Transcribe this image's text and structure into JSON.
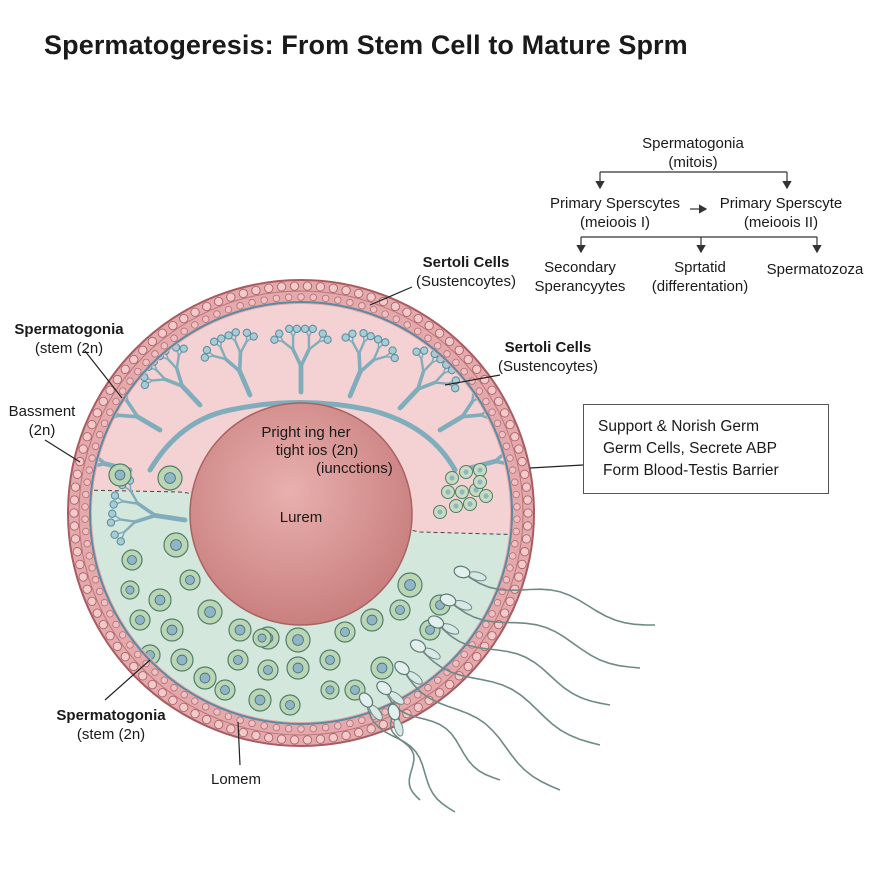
{
  "title": "Spermatogeresis: From Stem Cell to Mature Sprm",
  "flow": {
    "top": {
      "line1": "Spermatogonia",
      "line2": "(mitois)"
    },
    "mid_left": {
      "line1": "Primary Sperscytes",
      "line2": "(meioois I)"
    },
    "mid_right": {
      "line1": "Primary Sperscyte",
      "line2": "(meioois II)"
    },
    "bottom_1": {
      "line1": "Secondary",
      "line2": "Sperancyytes"
    },
    "bottom_2": {
      "line1": "Sprtatid",
      "line2": "(differentation)"
    },
    "bottom_3": {
      "line1": "Spermatozoza"
    }
  },
  "labels": {
    "sertoli_top": {
      "name": "Sertoli Cells",
      "sub": "(Sustencoytes)"
    },
    "sertoli_right": {
      "name": "Sertoli Cells",
      "sub": "(Sustencoytes)"
    },
    "spermatogonia_top": {
      "name": "Spermatogonia",
      "sub": "(stem (2n)"
    },
    "basement": {
      "line1": "Bassment",
      "line2": "(2n)"
    },
    "spermatogonia_bottom": {
      "name": "Spermatogonia",
      "sub": "(stem (2n)"
    },
    "lomem": "Lomem"
  },
  "center": {
    "line1": "Pright ing her",
    "line2": "tight ios (2n)",
    "line3": "(iuncctions)",
    "lumen": "Lurem"
  },
  "info_box": {
    "line1": "Support & Norish Germ",
    "line2": "Germ Cells, Secrete ABP",
    "line3": "Form Blood-Testis Barrier"
  },
  "colors": {
    "outer_ring": "#e3a3a6",
    "pink_zone": "#f5d3d3",
    "green_zone": "#d5e8df",
    "lumen": "#d58f8e",
    "sertoli_branch": "#7fadbb",
    "cell_fill": "#b9d2b1"
  }
}
